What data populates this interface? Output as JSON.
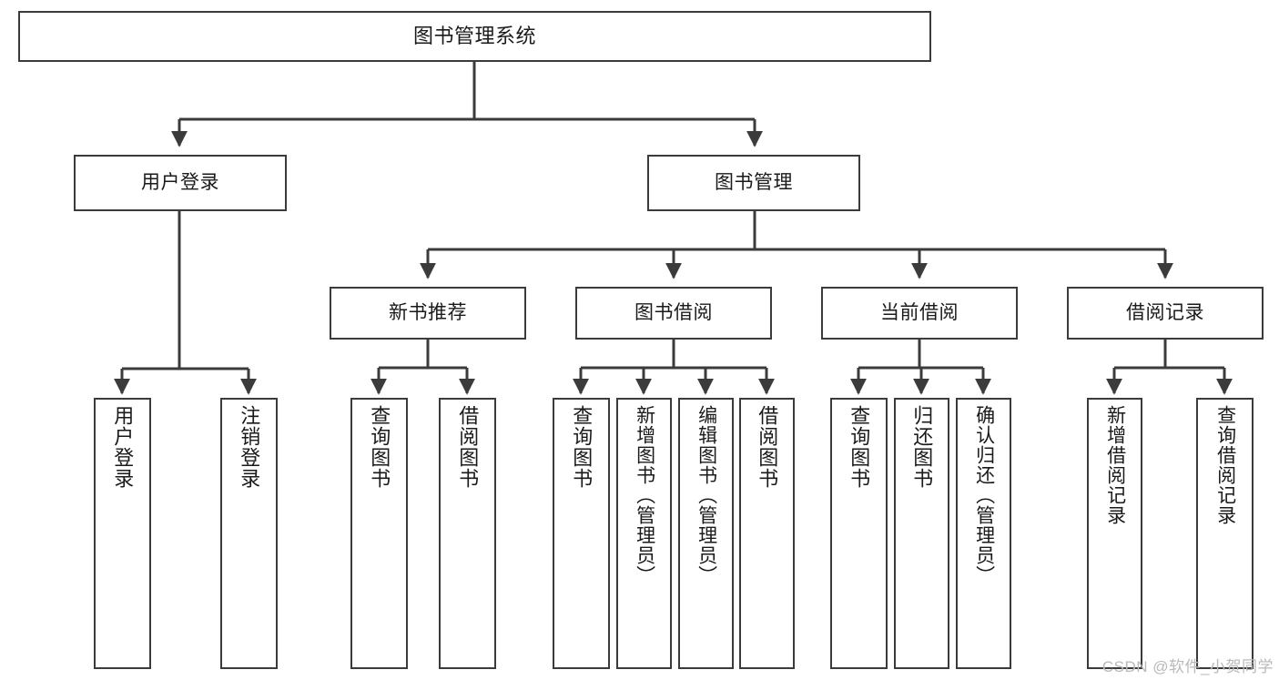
{
  "diagram": {
    "title": "图书管理系统",
    "watermark": "CSDN @软件_小贺同学",
    "line_color": "#3b3b3b",
    "box_fill": "#ffffff",
    "text_color": "#1a1a1a",
    "nodes": {
      "root": "图书管理系统",
      "level2": {
        "user_login": "用户登录",
        "book_manage": "图书管理"
      },
      "level3": {
        "new_book_recommend": "新书推荐",
        "book_borrow": "图书借阅",
        "current_borrow": "当前借阅",
        "borrow_record": "借阅记录"
      },
      "leaves": {
        "user_login_1": "用户登录",
        "user_login_2": "注销登录",
        "recommend_1": "查询图书",
        "recommend_2": "借阅图书",
        "borrow_1": "查询图书",
        "borrow_2": "新增图书（管理员）",
        "borrow_3": "编辑图书（管理员）",
        "borrow_4": "借阅图书",
        "current_1": "查询图书",
        "current_2": "归还图书",
        "current_3": "确认归还（管理员）",
        "record_1": "新增借阅记录",
        "record_2": "查询借阅记录"
      }
    }
  }
}
